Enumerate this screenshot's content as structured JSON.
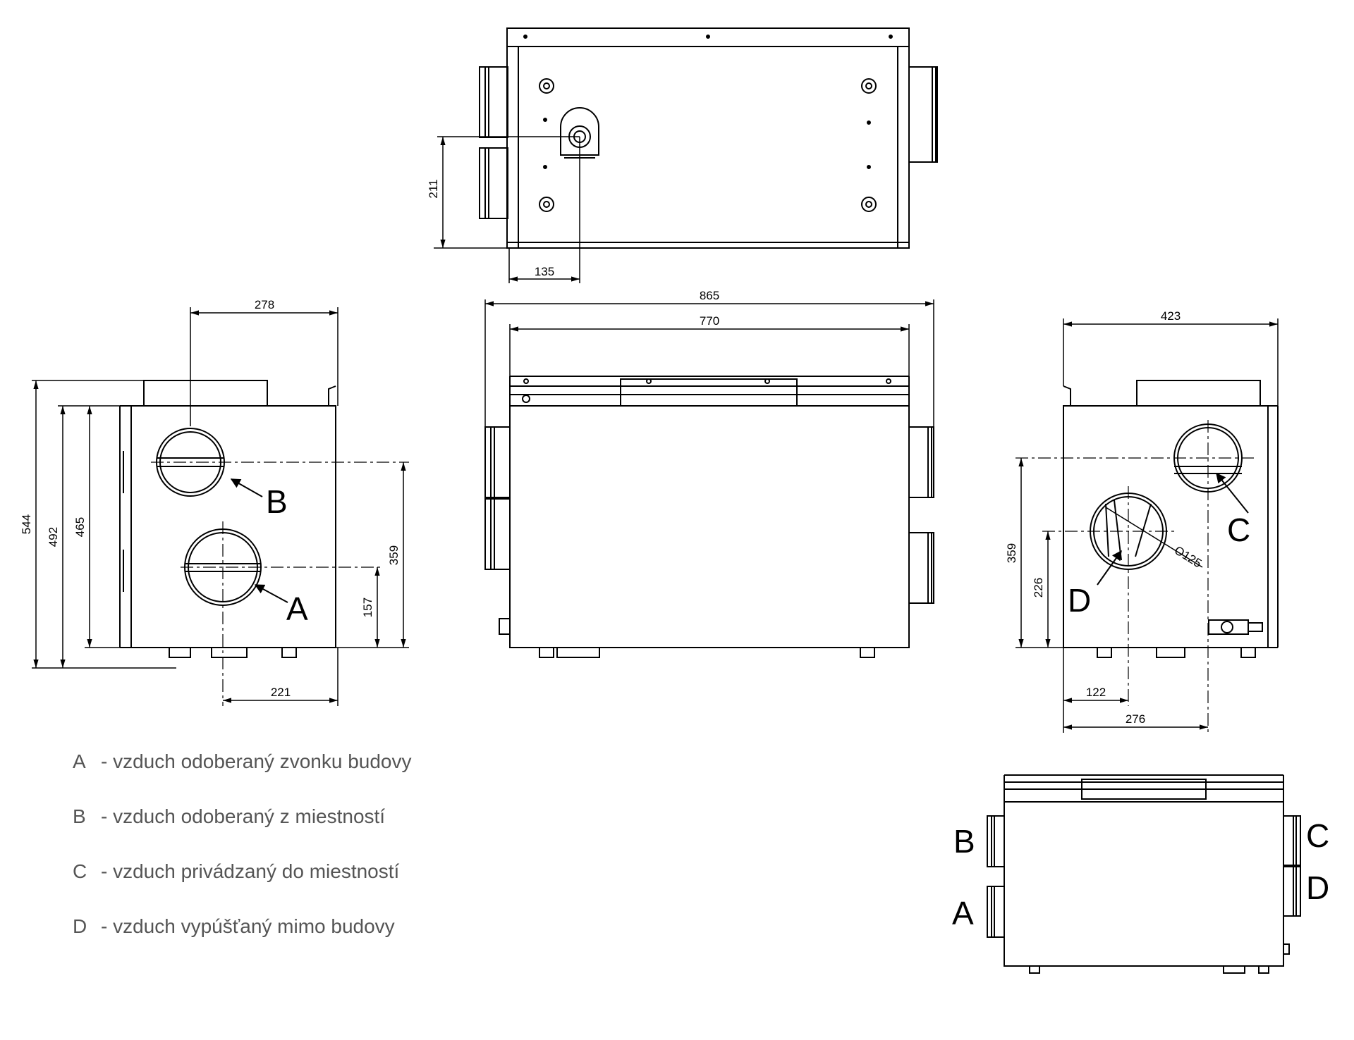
{
  "dimensions": {
    "top_view": {
      "offset_y": "211",
      "offset_x": "135"
    },
    "front_view": {
      "overall_width": "865",
      "body_width": "770"
    },
    "left_view": {
      "width_278": "278",
      "h544": "544",
      "h492": "492",
      "h465": "465",
      "h359": "359",
      "h157": "157",
      "w221": "221"
    },
    "right_view": {
      "width_423": "423",
      "h359": "359",
      "h226": "226",
      "w122": "122",
      "w276": "276",
      "diameter": "O125"
    }
  },
  "port_labels": {
    "a": "A",
    "b": "B",
    "c": "C",
    "d": "D"
  },
  "legend": [
    {
      "key": "A",
      "text": "- vzduch odoberaný zvonku budovy"
    },
    {
      "key": "B",
      "text": "- vzduch odoberaný z miestností"
    },
    {
      "key": "C",
      "text": "- vzduch privádzaný do miestností"
    },
    {
      "key": "D",
      "text": "- vzduch vypúšťaný mimo budovy"
    }
  ],
  "colors": {
    "line": "#000000",
    "legend_text": "#555555"
  }
}
